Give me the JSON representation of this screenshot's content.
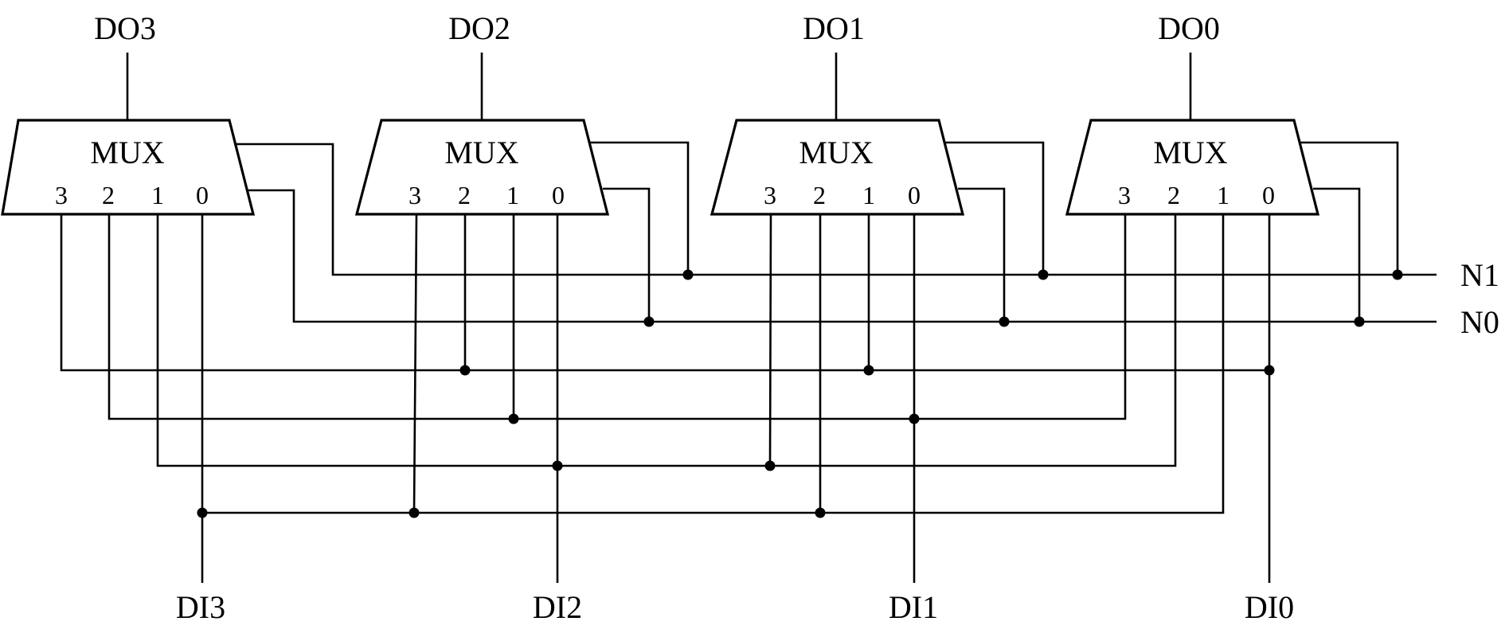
{
  "outputs": [
    "DO3",
    "DO2",
    "DO1",
    "DO0"
  ],
  "inputs": [
    "DI3",
    "DI2",
    "DI1",
    "DI0"
  ],
  "selects": [
    "N1",
    "N0"
  ],
  "mux": {
    "title": "MUX",
    "pins": [
      "3",
      "2",
      "1",
      "0"
    ]
  },
  "colors": {
    "line": "#000000",
    "background": "#ffffff"
  }
}
